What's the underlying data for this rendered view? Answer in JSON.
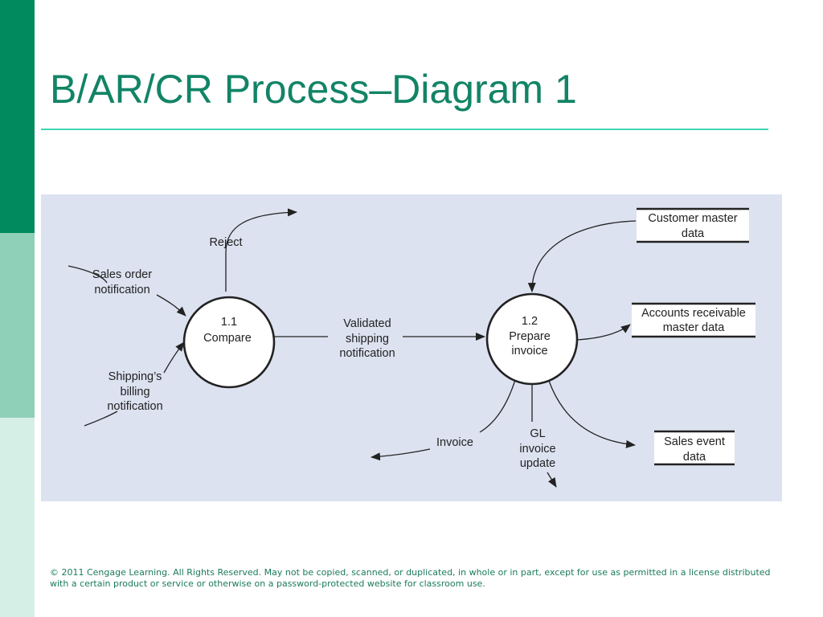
{
  "slide": {
    "title": "B/AR/CR Process–Diagram 1",
    "copyright": "© 2011 Cengage Learning. All Rights Reserved. May not be copied, scanned, or duplicated, in whole or in part, except for use as permitted in a license distributed with a certain product or service or otherwise on a password-protected website for classroom use.",
    "accent_colors": {
      "dark_green": "#008a5e",
      "mid_green": "#8fd0b8",
      "light_green": "#d6efe6",
      "title_green": "#128466",
      "rule_teal": "#3ed6b4",
      "panel_bg": "#dce2f0"
    }
  },
  "diagram": {
    "processes": {
      "compare": {
        "number": "1.1",
        "name": "Compare"
      },
      "prepare_invoice": {
        "number": "1.2",
        "name_line1": "Prepare",
        "name_line2": "invoice"
      }
    },
    "data_stores": {
      "customer_master": {
        "line1": "Customer master",
        "line2": "data"
      },
      "ar_master": {
        "line1": "Accounts receivable",
        "line2": "master data"
      },
      "sales_event": {
        "line1": "Sales event",
        "line2": "data"
      }
    },
    "flows": {
      "reject": "Reject",
      "sales_order_notification": [
        "Sales order",
        "notification"
      ],
      "shippings_billing_notification": [
        "Shipping’s",
        "billing",
        "notification"
      ],
      "validated_shipping_notification": [
        "Validated",
        "shipping",
        "notification"
      ],
      "invoice": "Invoice",
      "gl_invoice_update": [
        "GL",
        "invoice",
        "update"
      ]
    }
  }
}
